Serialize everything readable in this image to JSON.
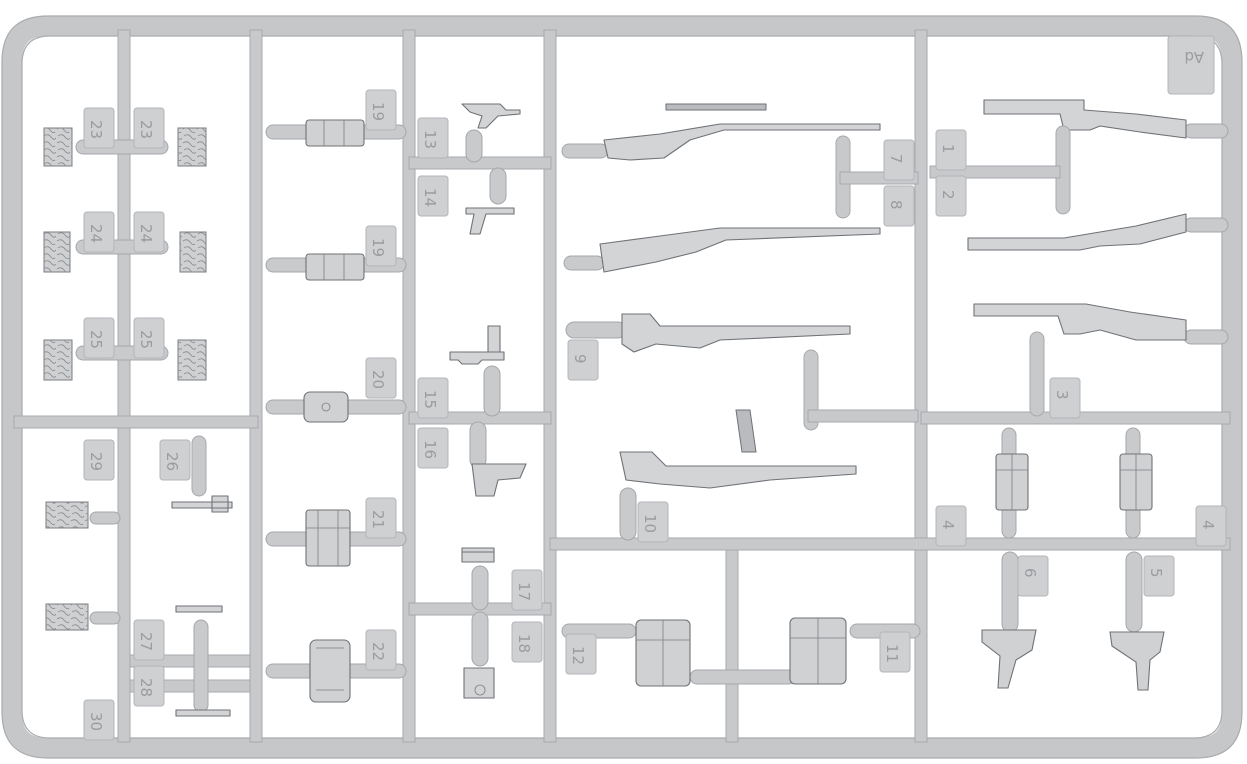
{
  "sprue": {
    "letters": "Ad",
    "part_numbers": {
      "p1": "1",
      "p2": "2",
      "p3": "3",
      "p4a": "4",
      "p4b": "4",
      "p5": "5",
      "p6": "6",
      "p7": "7",
      "p8": "8",
      "p9": "9",
      "p10": "10",
      "p11": "11",
      "p12": "12",
      "p13": "13",
      "p14": "14",
      "p15": "15",
      "p16": "16",
      "p17": "17",
      "p18": "18",
      "p19a": "19",
      "p19b": "19",
      "p20": "20",
      "p21": "21",
      "p22": "22",
      "p23a": "23",
      "p23b": "23",
      "p24a": "24",
      "p24b": "24",
      "p25a": "25",
      "p25b": "25",
      "p26": "26",
      "p27": "27",
      "p28": "28",
      "p29": "29",
      "p30": "30"
    }
  }
}
